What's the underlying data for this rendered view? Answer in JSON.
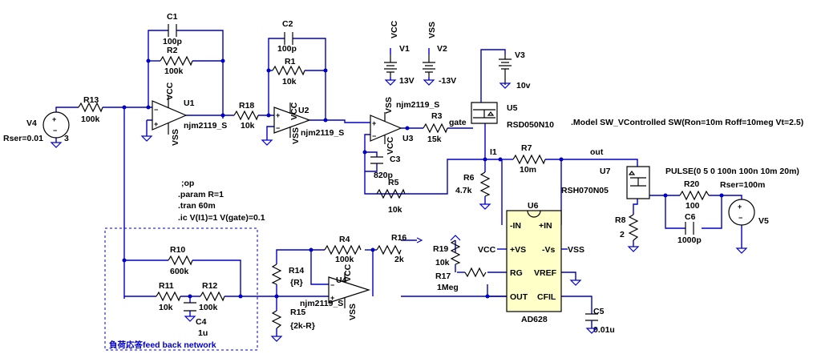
{
  "components": {
    "c1": {
      "ref": "C1",
      "value": "100p"
    },
    "r2": {
      "ref": "R2",
      "value": "100k"
    },
    "c2": {
      "ref": "C2",
      "value": "100p"
    },
    "r1": {
      "ref": "R1",
      "value": "10k"
    },
    "r13": {
      "ref": "R13",
      "value": "100k"
    },
    "r18": {
      "ref": "R18",
      "value": "10k"
    },
    "r3": {
      "ref": "R3",
      "value": "15k"
    },
    "r5": {
      "ref": "R5",
      "value": "10k"
    },
    "c3": {
      "ref": "C3",
      "value": "820p"
    },
    "r6": {
      "ref": "R6",
      "value": "4.7k"
    },
    "r7": {
      "ref": "R7",
      "value": "10m"
    },
    "r8": {
      "ref": "R8",
      "value": "2"
    },
    "r20": {
      "ref": "R20",
      "value": "100"
    },
    "c6": {
      "ref": "C6",
      "value": "1000p"
    },
    "r10": {
      "ref": "R10",
      "value": "600k"
    },
    "r11": {
      "ref": "R11",
      "value": "10k"
    },
    "r12": {
      "ref": "R12",
      "value": "100k"
    },
    "c4": {
      "ref": "C4",
      "value": "1u"
    },
    "r4": {
      "ref": "R4",
      "value": "100k"
    },
    "r16": {
      "ref": "R16",
      "value": "2k"
    },
    "r14": {
      "ref": "R14",
      "value": "{R}"
    },
    "r15": {
      "ref": "R15",
      "value": "{2k-R}"
    },
    "r19": {
      "ref": "R19",
      "value": "10k"
    },
    "r17": {
      "ref": "R17",
      "value": "1Meg"
    },
    "c5": {
      "ref": "C5",
      "value": "0.01u"
    },
    "u1": {
      "ref": "U1",
      "value": "njm2119_S"
    },
    "u2": {
      "ref": "U2",
      "value": "njm2119_S"
    },
    "u3": {
      "ref": "U3",
      "value": "njm2119_S"
    },
    "u4": {
      "ref": "U4",
      "value": "njm2119_S"
    },
    "u5": {
      "ref": "U5",
      "value": "RSD050N10"
    },
    "u7": {
      "ref": "U7",
      "value": "RSH070N05"
    },
    "u6": {
      "ref": "U6",
      "value": "AD628"
    },
    "v1": {
      "ref": "V1",
      "value": "13V"
    },
    "v2": {
      "ref": "V2",
      "value": "-13V"
    },
    "v3": {
      "ref": "V3",
      "value": "10v"
    },
    "v4": {
      "ref": "V4",
      "value": "3",
      "param": "Rser=0.01"
    },
    "v5": {
      "ref": "V5",
      "param": "Rser=100m",
      "pulse": "PULSE(0 5 0 100n 100n 10m 20m)"
    }
  },
  "pins": {
    "vcc": "VCC",
    "vss": "VSS",
    "ad628_inm": "-IN",
    "ad628_inp": "+IN",
    "ad628_vsp": "+VS",
    "ad628_vsm": "-Vs",
    "ad628_rg": "RG",
    "ad628_vref": "VREF",
    "ad628_out": "OUT",
    "ad628_cfil": "CFIL"
  },
  "nets": {
    "gate": "gate",
    "i1": "I1",
    "out": "out",
    "vcc": "VCC",
    "vss": "VSS"
  },
  "directives": {
    "model": ".Model SW_VControlled SW(Ron=10m Roff=10meg Vt=2.5)",
    "op": ";op",
    "param": ".param R=1",
    "tran": ".tran 60m",
    "ic": ".ic V(I1)=1 V(gate)=0.1"
  },
  "feedback_label": "負荷応答feed back network"
}
